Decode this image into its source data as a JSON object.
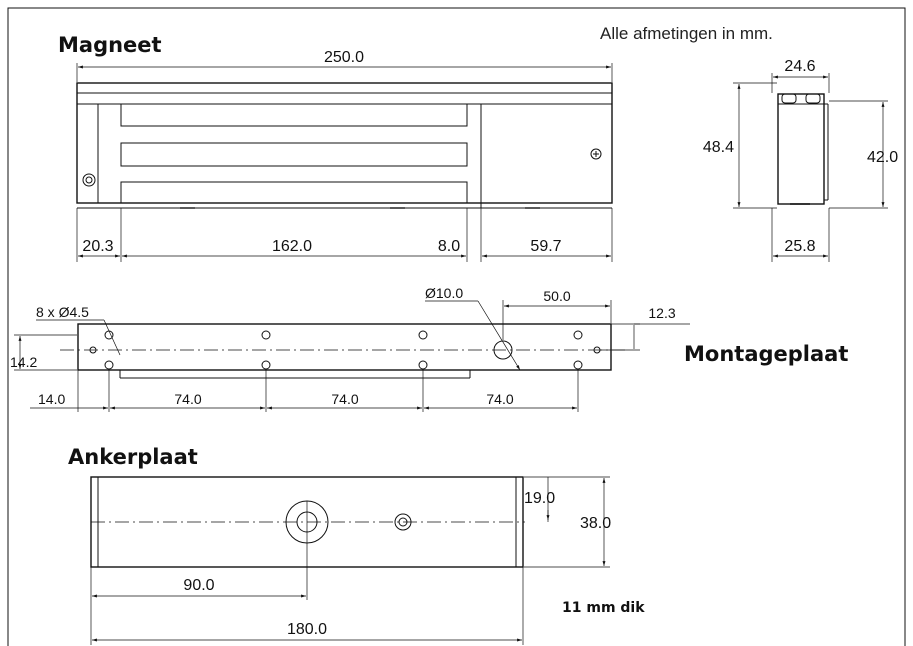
{
  "note": "Alle afmetingen in mm.",
  "magnet": {
    "title": "Magneet",
    "length": "250.0",
    "seg1": "20.3",
    "seg2": "162.0",
    "seg3": "8.0",
    "seg4": "59.7",
    "side_top": "24.6",
    "side_height": "48.4",
    "side_inner_height": "42.0",
    "side_bottom": "25.8"
  },
  "mounting_plate": {
    "title": "Montageplaat",
    "holes": "8 x Ø4.5",
    "big_hole": "Ø10.0",
    "offset_right": "50.0",
    "right_height": "12.3",
    "left_height": "14.2",
    "start": "14.0",
    "spacing1": "74.0",
    "spacing2": "74.0",
    "spacing3": "74.0"
  },
  "anchor_plate": {
    "title": "Ankerplaat",
    "half_height": "19.0",
    "height": "38.0",
    "half_length": "90.0",
    "length": "180.0",
    "thickness_note": "11 mm dik"
  }
}
